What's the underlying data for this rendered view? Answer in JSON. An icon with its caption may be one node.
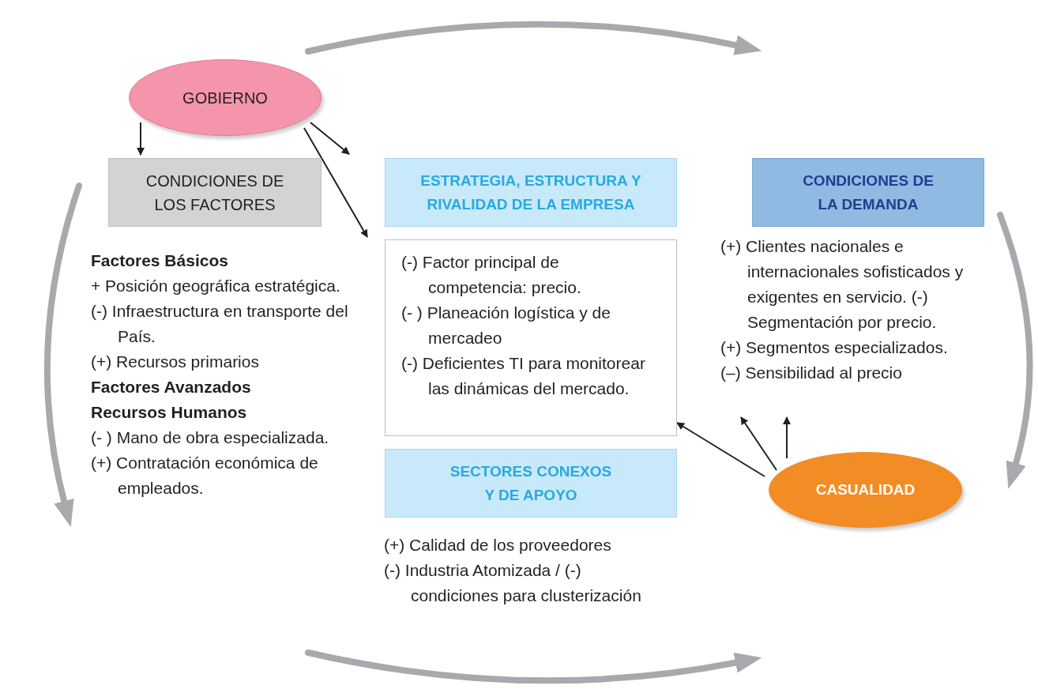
{
  "diagram": {
    "nodes": [
      {
        "text": [
          "GOBIERNO"
        ]
      },
      {
        "text": [
          "CONDICIONES DE LOS FACTORES"
        ]
      },
      {
        "text": [
          "ESTRATEGIA, ESTRUCTURA Y RIVALIDAD DE LA EMPRESA"
        ]
      },
      {
        "text": [
          "(-) Factor principal de competencia: precio.",
          "(- ) Planeación logística y de mercadeo",
          "(-) Deficientes TI para monitorear las dinámicas del mercado."
        ]
      },
      {
        "text": [
          "SECTORES CONEXOS Y DE APOYO"
        ]
      },
      {
        "text": [
          "CONDICIONES DE LA DEMANDA"
        ]
      },
      {
        "text": [
          "(+) Clientes nacionales e internacionales sofisticados y exigentes en servicio. (-) Segmentación por precio.",
          "(+) Segmentos especializados.",
          "(–) Sensibilidad al precio"
        ]
      },
      {
        "text": [
          "CASUALIDAD"
        ]
      }
    ],
    "edges": [
      {
        "from": 0,
        "to": 1,
        "arrow": "to"
      },
      {
        "from": 0,
        "to": null,
        "arrow": "to"
      },
      {
        "from": 0,
        "to": 3,
        "arrow": "to"
      },
      {
        "from": 7,
        "to": 3,
        "arrow": "to"
      },
      {
        "from": 7,
        "to": 6,
        "arrow": "to"
      },
      {
        "from": 7,
        "to": 6,
        "arrow": "to"
      }
    ],
    "labels": [
      "Factores Básicos",
      "+ Posición geográfica estratégica.",
      "(-) Infraestructura en transporte del País.",
      "(+) Recursos primarios",
      "Factores Avanzados",
      "Recursos Humanos",
      "(- ) Mano de obra especializada.",
      "(+) Contratación económica de empleados.",
      "(+) Calidad de los proveedores",
      "(-) Industria Atomizada / (-) condiciones para clusterización"
    ]
  }
}
